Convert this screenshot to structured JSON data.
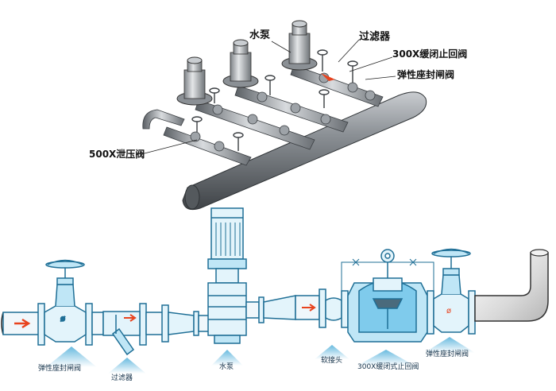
{
  "labels_3d": {
    "pump": "水泵",
    "filter": "过滤器",
    "check_valve": "300X缓闭止回阀",
    "gate_valve": "弹性座封闸阀",
    "relief_valve": "500X泄压阀"
  },
  "labels_2d": {
    "gate_valve_in": "弹性座封闸阀",
    "filter": "过滤器",
    "pump": "水泵",
    "flex_joint": "软接头",
    "check_valve": "300X缓闭式止回阀",
    "gate_valve_out": "弹性座封闸阀"
  },
  "colors": {
    "pipe_3d": "#6f7479",
    "metal_3d": "#a7abb0",
    "outline_2d": "#1f6f96",
    "fill_2d": "#e3f4fb",
    "fill_2d_dark": "#bfe6f6",
    "arrow": "#e8431e",
    "label_fade": "#5fb6dd"
  }
}
